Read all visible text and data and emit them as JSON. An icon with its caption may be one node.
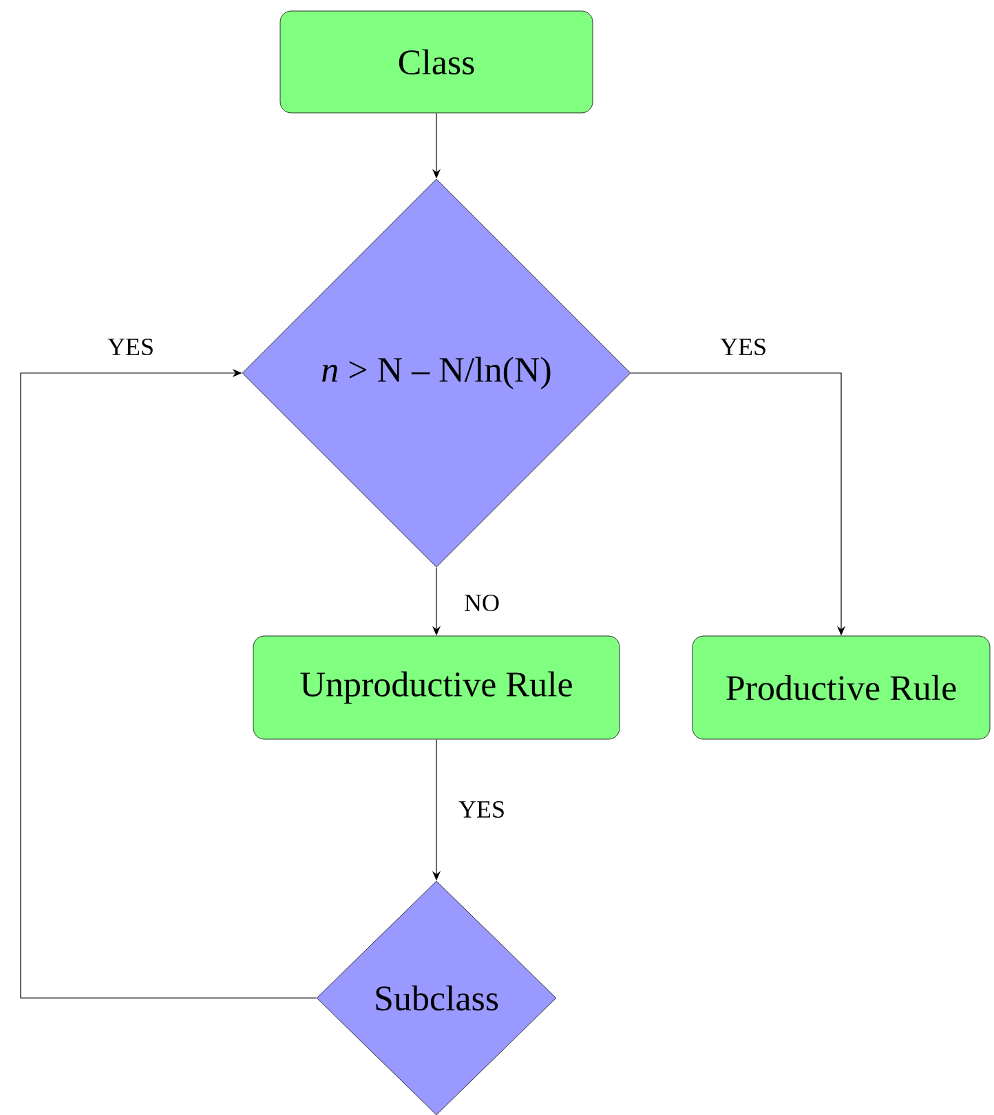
{
  "diagram": {
    "nodes": [
      {
        "text": [
          "Class"
        ]
      },
      {
        "text": [
          "*n* > N – N/ln(N)"
        ]
      },
      {
        "text": [
          "Unproductive Rule"
        ]
      },
      {
        "text": [
          "Productive Rule"
        ]
      },
      {
        "text": [
          "Subclass"
        ]
      }
    ],
    "edges": [
      {
        "from": 0,
        "to": 1,
        "arrow": "to"
      },
      {
        "from": 1,
        "to": 3,
        "arrow": "to",
        "label": "YES"
      },
      {
        "from": 1,
        "to": 2,
        "arrow": "to",
        "label": "NO"
      },
      {
        "from": 2,
        "to": 4,
        "arrow": "to",
        "label": "YES"
      },
      {
        "from": 4,
        "to": 1,
        "arrow": "to",
        "label": "YES"
      }
    ]
  }
}
